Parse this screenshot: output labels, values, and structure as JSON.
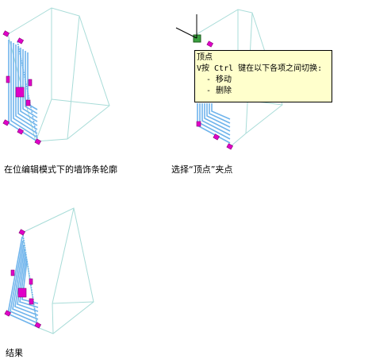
{
  "captions": {
    "panel1": "在位编辑模式下的墙饰条轮廓",
    "panel2": "选择“顶点”夹点",
    "panel3": "结果"
  },
  "tooltip": {
    "title": "顶点",
    "line": "V按 Ctrl 键在以下各项之间切换:",
    "option1": "- 移动",
    "option2": "- 删除"
  },
  "colors": {
    "frame": "#a8dcd8",
    "stripes": "#6fb4ec",
    "grip": "#e000c8",
    "grip_selected": "#3aa040",
    "tooltip_bg": "#ffffcc"
  }
}
